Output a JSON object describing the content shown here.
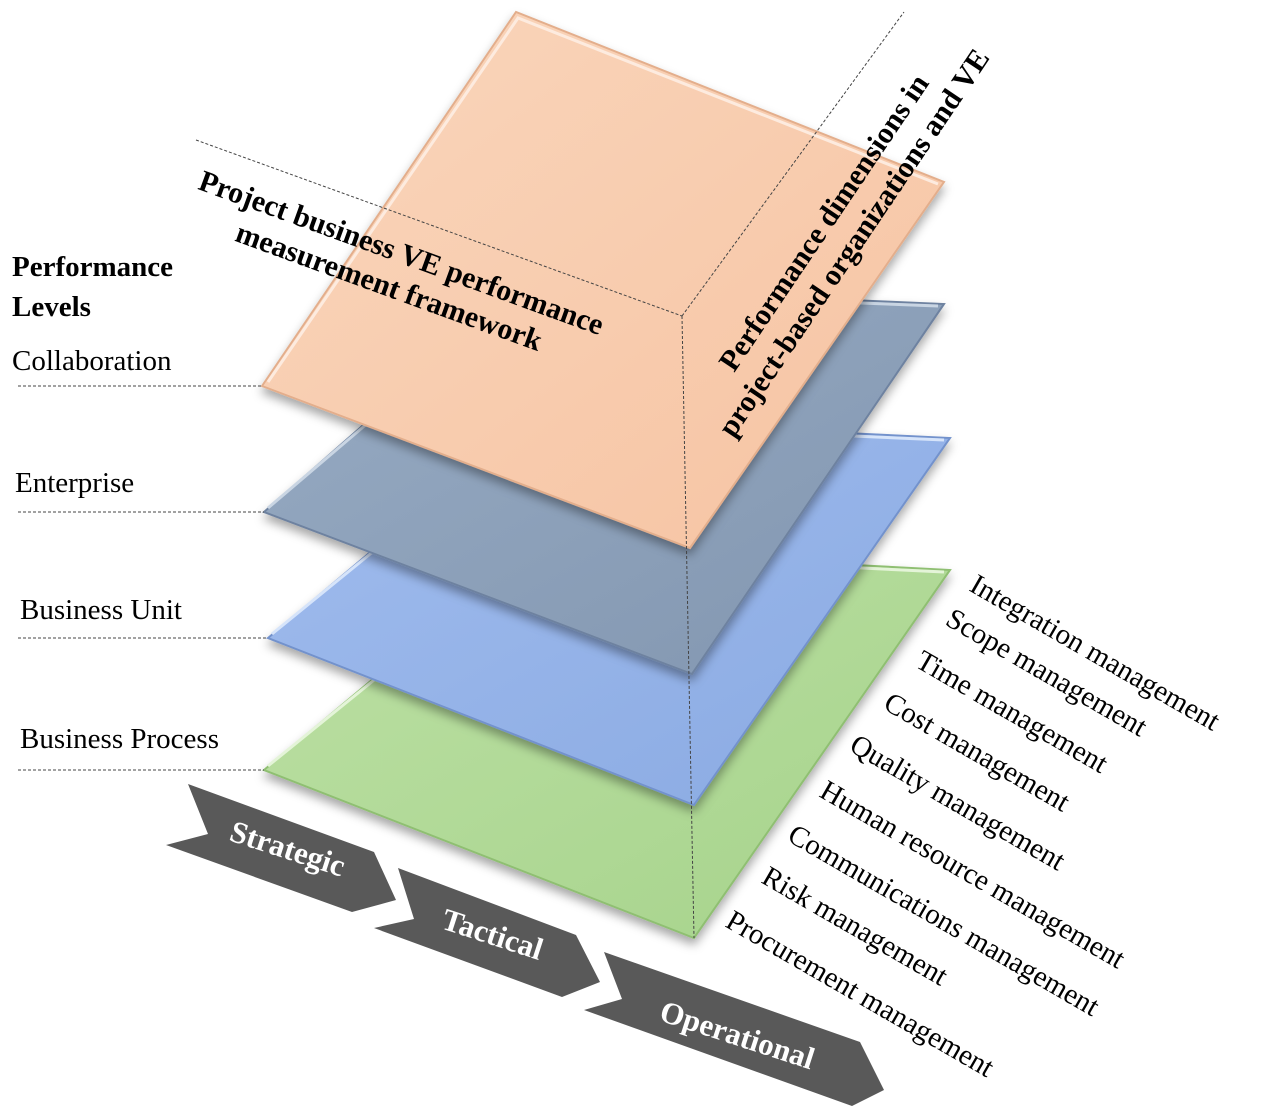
{
  "header": {
    "line1": "Performance",
    "line2": "Levels"
  },
  "levels": [
    "Collaboration",
    "Enterprise",
    "Business Unit",
    "Business Process"
  ],
  "axis_left": {
    "line1": "Project business VE performance",
    "line2": "measurement framework"
  },
  "axis_right": {
    "line1": "Performance dimensions in",
    "line2": "project-based organizations and VE"
  },
  "dimensions": [
    "Integration management",
    "Scope management",
    "Time management",
    "Cost management",
    "Quality management",
    "Human resource management",
    "Communications management",
    "Risk management",
    "Procurement management"
  ],
  "phases": [
    "Strategic",
    "Tactical",
    "Operational"
  ],
  "colors": {
    "collaboration": "#F8CBAD",
    "enterprise": "#8EA3BC",
    "business_unit": "#95B3E8",
    "business_process": "#B1DA97",
    "arrow": "#595959"
  }
}
